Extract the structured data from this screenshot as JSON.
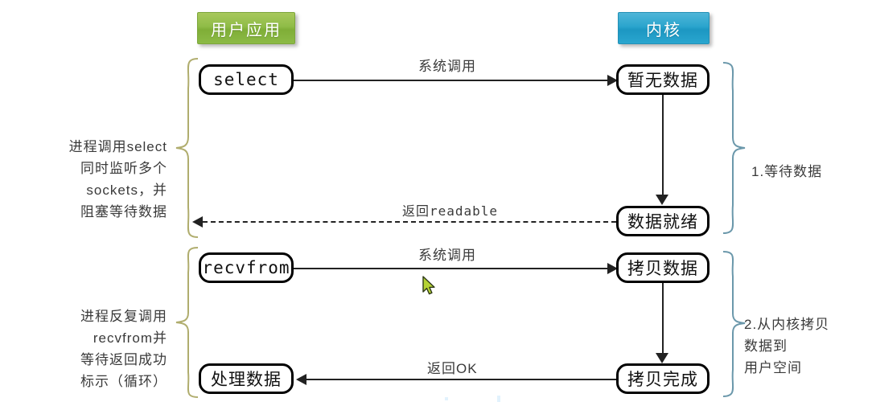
{
  "diagram": {
    "title_user": "用户应用",
    "title_kernel": "内核",
    "colors": {
      "user_pill": "#8fbc47",
      "kernel_pill": "#2aa4cd",
      "left_brace": "#b0ad6e",
      "right_brace": "#6b98ab",
      "node_border": "#000000",
      "line": "#222222",
      "cursor": "#b5d334"
    },
    "nodes": [
      {
        "id": "select",
        "label": "select",
        "type": "mono",
        "side": "user"
      },
      {
        "id": "no-data",
        "label": "暂无数据",
        "type": "cjk",
        "side": "kernel"
      },
      {
        "id": "data-ready",
        "label": "数据就绪",
        "type": "cjk",
        "side": "kernel"
      },
      {
        "id": "recvfrom",
        "label": "recvfrom",
        "type": "mono",
        "side": "user"
      },
      {
        "id": "copy-data",
        "label": "拷贝数据",
        "type": "cjk",
        "side": "kernel"
      },
      {
        "id": "process-data",
        "label": "处理数据",
        "type": "cjk",
        "side": "user"
      },
      {
        "id": "copy-done",
        "label": "拷贝完成",
        "type": "cjk",
        "side": "kernel"
      }
    ],
    "edges": [
      {
        "id": "select-syscall",
        "label": "系统调用",
        "style": "solid"
      },
      {
        "id": "return-readable",
        "label": "返回readable",
        "style": "dashed"
      },
      {
        "id": "recvfrom-syscall",
        "label": "系统调用",
        "style": "solid"
      },
      {
        "id": "return-ok",
        "label": "返回OK",
        "style": "solid"
      }
    ],
    "annotations": {
      "left_phase_1": "进程调用select\n同时监听多个\nsockets，并\n阻塞等待数据",
      "left_phase_2": "进程反复调用\nrecvfrom并\n等待返回成功\n标示（循环）",
      "right_phase_1": "1.等待数据",
      "right_phase_2": "2.从内核拷贝\n  数据到\n  用户空间"
    }
  }
}
